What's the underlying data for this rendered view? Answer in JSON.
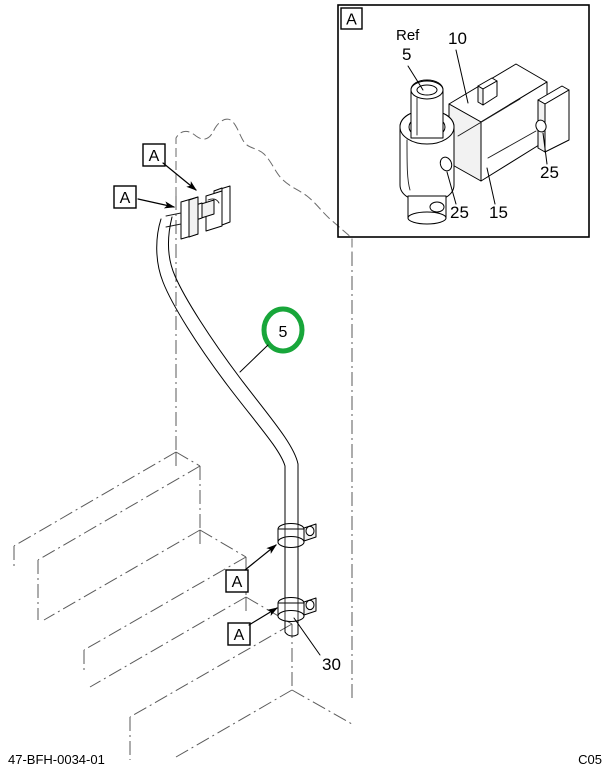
{
  "drawing": {
    "footer_left": "47-BFH-0034-01",
    "footer_right": "C05",
    "highlight_color": "#18a63a"
  },
  "highlight": {
    "callout_number": "5"
  },
  "detail_view": {
    "letter": "A",
    "labels": {
      "ref_text": "Ref",
      "ref_number": "5",
      "bracket_arm": "10",
      "socket_body": "15",
      "fastener_left": "25",
      "fastener_right": "25"
    }
  },
  "main_view": {
    "callouts": [
      {
        "letter": "A",
        "name": "callout-upper-left"
      },
      {
        "letter": "A",
        "name": "callout-upper-right"
      },
      {
        "letter": "A",
        "name": "callout-lower-upper"
      },
      {
        "letter": "A",
        "name": "callout-lower-lower"
      }
    ],
    "labels": {
      "lower_clamp": "30"
    }
  }
}
